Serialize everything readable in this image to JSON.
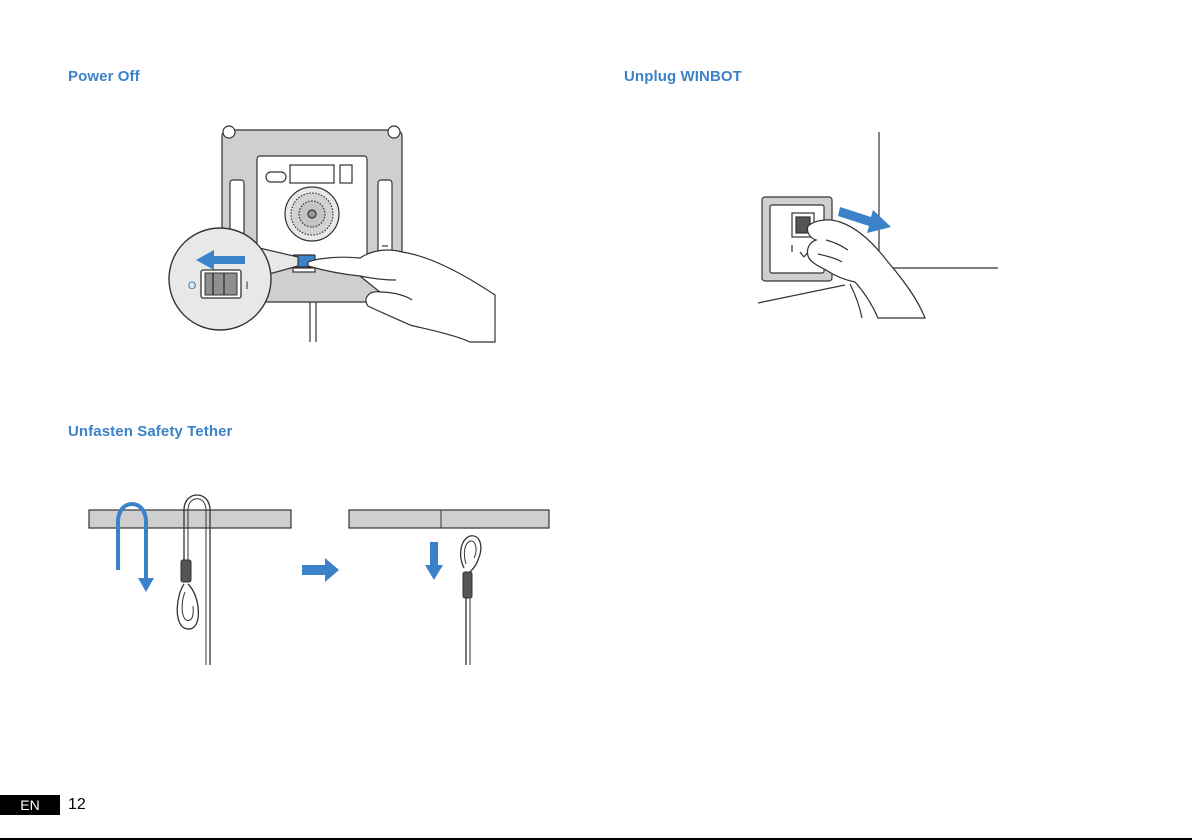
{
  "sections": {
    "power_off": {
      "title": "Power Off"
    },
    "unplug": {
      "title": "Unplug WINBOT"
    },
    "tether": {
      "title": "Unfasten Safety Tether"
    }
  },
  "switch": {
    "off_mark": "O",
    "on_mark": "I"
  },
  "footer": {
    "lang": "EN",
    "page": "12"
  },
  "colors": {
    "heading": "#3b82c8",
    "arrow": "#3b82c8",
    "line": "#333333",
    "panel": "#cfcfcf"
  }
}
